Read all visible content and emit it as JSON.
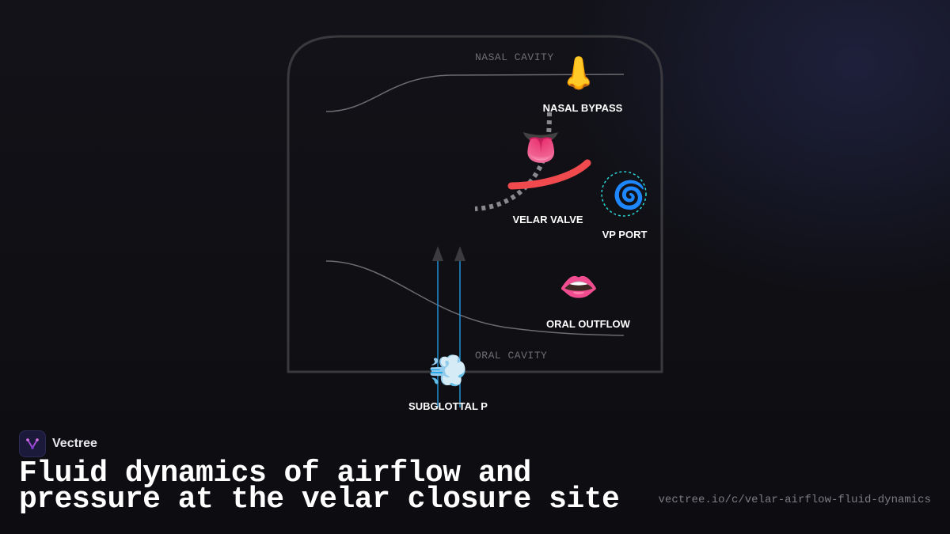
{
  "diagram": {
    "cavities": {
      "nasal": "NASAL CAVITY",
      "oral": "ORAL CAVITY"
    },
    "nodes": {
      "nasal_bypass": {
        "emoji": "👃",
        "label": "NASAL BYPASS"
      },
      "velar_valve": {
        "emoji": "👅",
        "label": "VELAR VALVE"
      },
      "vp_port": {
        "emoji": "🌀",
        "label": "VP PORT"
      },
      "oral_outflow": {
        "emoji": "👄",
        "label": "ORAL OUTFLOW"
      },
      "subglottal": {
        "emoji": "💨",
        "label": "SUBGLOTTAL P"
      }
    },
    "colors": {
      "frame": "#3a3a3e",
      "curve": "#6b6b70",
      "dashed": "#8a8a8e",
      "velum": "#f04a4e",
      "vp_ring": "#2ad8d8",
      "flow_arrow": "#1f8fd6"
    }
  },
  "brand": {
    "name": "Vectree"
  },
  "title": "Fluid dynamics of airflow and pressure at the velar closure site",
  "url": "vectree.io/c/velar-airflow-fluid-dynamics"
}
